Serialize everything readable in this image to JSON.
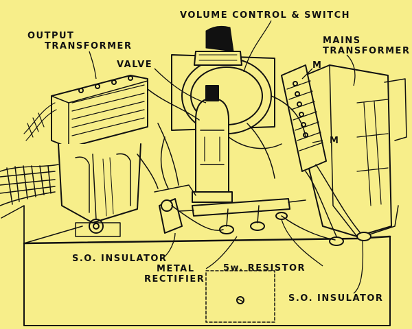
{
  "labels": {
    "volume_control": "VOLUME CONTROL & SWITCH",
    "output_transformer_1": "OUTPUT",
    "output_transformer_2": "TRANSFORMER",
    "valve": "VALVE",
    "mains_transformer_1": "MAINS",
    "mains_transformer_2": "TRANSFORMER",
    "m_upper": "M",
    "m_lower": "M",
    "so_insulator_left": "S.O. INSULATOR",
    "metal_rectifier_1": "METAL",
    "metal_rectifier_2": "RECTIFIER",
    "resistor": "5w. RESISTOR",
    "so_insulator_right": "S.O. INSULATOR"
  },
  "colors": {
    "background": "#f7ee8a",
    "ink": "#111111"
  }
}
